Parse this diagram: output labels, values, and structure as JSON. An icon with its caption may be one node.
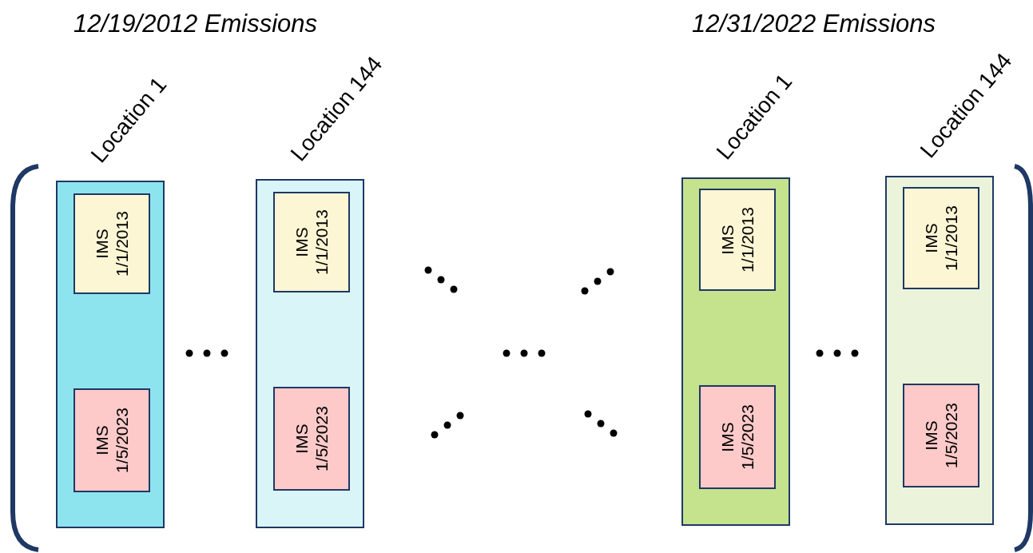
{
  "diagram": {
    "nodes": [
      {
        "text": [
          "Location 1"
        ]
      },
      {
        "text": [
          "IMS 1/1/2013"
        ],
        "in": 0
      },
      {
        "text": [
          "IMS 1/5/2023"
        ],
        "in": 0
      },
      {
        "text": [
          "Location 144"
        ]
      },
      {
        "text": [
          "IMS 1/1/2013"
        ],
        "in": 3
      },
      {
        "text": [
          "IMS 1/5/2023"
        ],
        "in": 3
      },
      {
        "text": [
          "Location 1"
        ]
      },
      {
        "text": [
          "IMS 1/1/2013"
        ],
        "in": 6
      },
      {
        "text": [
          "IMS 1/5/2023"
        ],
        "in": 6
      },
      {
        "text": [
          "Location 144"
        ]
      },
      {
        "text": [
          "IMS 1/1/2013"
        ],
        "in": 9
      },
      {
        "text": [
          "IMS 1/5/2023"
        ],
        "in": 9
      }
    ],
    "labels": [
      "12/19/2012 Emissions",
      "12/31/2022 Emissions"
    ]
  }
}
